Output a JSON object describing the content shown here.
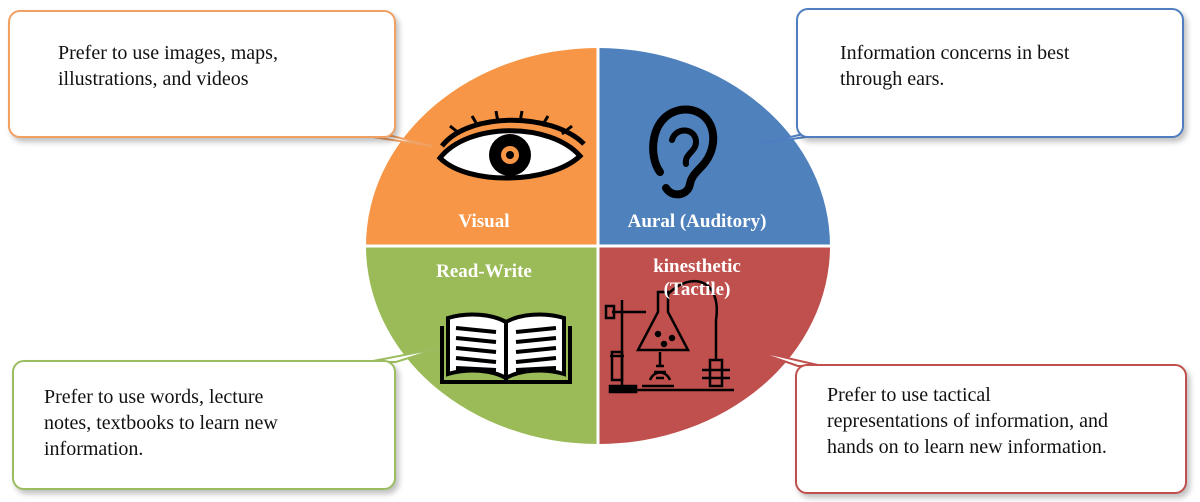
{
  "quadrants": {
    "visual": {
      "label": "Visual",
      "color": "#f79646",
      "icon": "eye-icon"
    },
    "aural": {
      "label": "Aural (Auditory)",
      "color": "#4f81bd",
      "icon": "ear-icon"
    },
    "read_write": {
      "label": "Read-Write",
      "color": "#9bbb59",
      "icon": "open-book-icon"
    },
    "kinesthetic": {
      "label_line1": "kinesthetic",
      "label_line2": "(Tactile)",
      "color": "#c0504d",
      "icon": "lab-apparatus-icon"
    }
  },
  "callouts": {
    "visual": {
      "line1": "Prefer to use images, maps,",
      "line2": "illustrations, and videos",
      "border": "#f0a062"
    },
    "aural": {
      "line1": "Information concerns in best",
      "line2": "through ears.",
      "border": "#4f7ec0"
    },
    "read_write": {
      "line1": "Prefer to use words, lecture",
      "line2": "notes, textbooks to learn new",
      "line3": "information.",
      "border": "#9bbd5f"
    },
    "kinesthetic": {
      "line1": "Prefer to use tactical",
      "line2": "representations of information, and",
      "line3": "hands on to learn new information.",
      "border": "#c0504d"
    }
  }
}
